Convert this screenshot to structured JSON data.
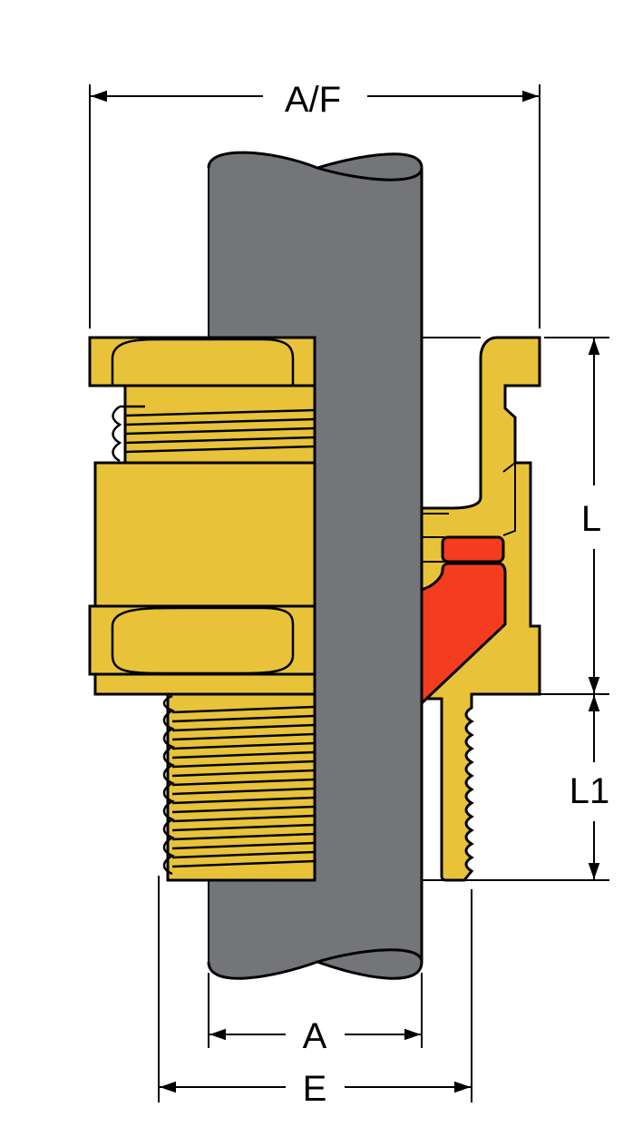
{
  "diagram": {
    "title": "Cable gland cross-section with dimensions",
    "colors": {
      "brass": "#E8C33A",
      "cable": "#737579",
      "seal": "#F43C1E",
      "outline": "#000000",
      "background": "#FFFFFF"
    },
    "dimensions": {
      "across_flats": "A/F",
      "length": "L",
      "thread_length": "L1",
      "cable_diameter": "A",
      "thread_diameter": "E"
    },
    "parts": [
      "cap-nut",
      "upper-thread",
      "body",
      "body-hex",
      "entry-thread",
      "cable",
      "seal",
      "section-view"
    ]
  }
}
